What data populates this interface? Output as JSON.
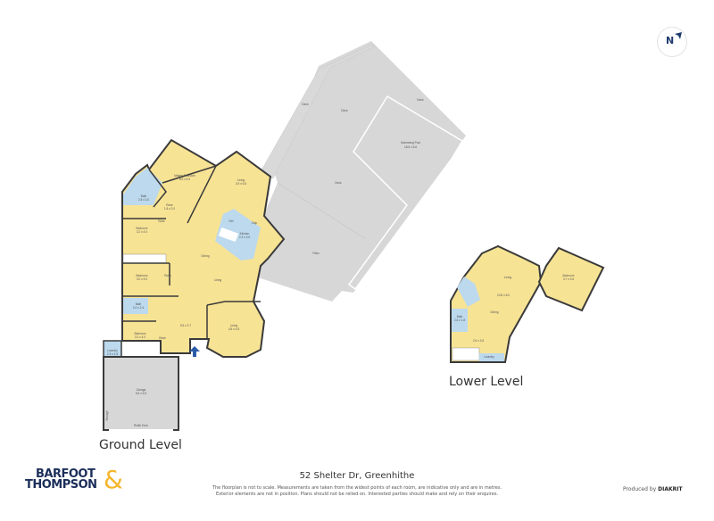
{
  "title": "52 Shelter Dr, Greenhithe",
  "disclaimer": {
    "line1": "The floorplan is not to scale. Measurements are taken from the widest points of each room, are indicative only and are in metres.",
    "line2": "Exterior elements are not in position. Plans should not be relied on. Interested parties should make and rely on their enquires."
  },
  "brand": {
    "line1": "BARFOOT",
    "line2": "THOMPSON",
    "ampersand": "&",
    "color_primary": "#1b2e5a",
    "color_accent": "#f5b52a"
  },
  "produced_by": {
    "prefix": "Produced by",
    "name": "DIAKRIT"
  },
  "compass": {
    "label": "N",
    "icon": "north-arrow-icon"
  },
  "colors": {
    "room": "#f7e394",
    "wet": "#bcd9ee",
    "outdoor": "#d7d7d7",
    "wall": "#3a3a3a",
    "entry_arrow": "#2a5ca8"
  },
  "levels": {
    "ground": {
      "label": "Ground Level",
      "rooms": [
        {
          "name": "Master Bedroom",
          "size": "6.6 x 5.0"
        },
        {
          "name": "Living",
          "size": "3.9 x 6.5"
        },
        {
          "name": "Bath",
          "size": "2.8 x 3.0"
        },
        {
          "name": "Robe",
          "size": "1.8 x 2.0"
        },
        {
          "name": "Robe",
          "size": ""
        },
        {
          "name": "Bedroom",
          "size": "3.2 x 4.0"
        },
        {
          "name": "Kitchen",
          "size": "2.4 x 3.0"
        },
        {
          "name": "Ref",
          "size": ""
        },
        {
          "name": "Cktp",
          "size": ""
        },
        {
          "name": "Dining",
          "size": ""
        },
        {
          "name": "Bedroom",
          "size": "3.0 x 5.0"
        },
        {
          "name": "Robe",
          "size": ""
        },
        {
          "name": "Living",
          "size": ""
        },
        {
          "name": "Bath",
          "size": "2.0 x 2.4"
        },
        {
          "name": "Bedroom",
          "size": "3.2 x 4.0"
        },
        {
          "name": "Robe",
          "size": ""
        },
        {
          "name": "Hall",
          "size": "5.5 x 3.7"
        },
        {
          "name": "Living",
          "size": "4.8 x 4.8"
        },
        {
          "name": "Laundry",
          "size": "2.3 x 1.5"
        },
        {
          "name": "Garage",
          "size": "6.6 x 6.6"
        },
        {
          "name": "Storage",
          "size": ""
        },
        {
          "name": "Roller Door",
          "size": ""
        }
      ],
      "outdoor": [
        {
          "name": "Deck"
        },
        {
          "name": "Deck"
        },
        {
          "name": "Deck"
        },
        {
          "name": "Deck"
        },
        {
          "name": "Swimming Pool",
          "size": "18.5 x 8.6"
        },
        {
          "name": "Patio"
        }
      ]
    },
    "lower": {
      "label": "Lower Level",
      "rooms": [
        {
          "name": "Living",
          "size": ""
        },
        {
          "name": "Dining",
          "size": "10.8 x 8.0"
        },
        {
          "name": "Bedroom",
          "size": "3.7 x 3.6"
        },
        {
          "name": "Bath",
          "size": "2.6 x 1.8"
        },
        {
          "name": "Hall",
          "size": "2.6 x 3.8"
        },
        {
          "name": "Laundry",
          "size": ""
        }
      ]
    }
  }
}
